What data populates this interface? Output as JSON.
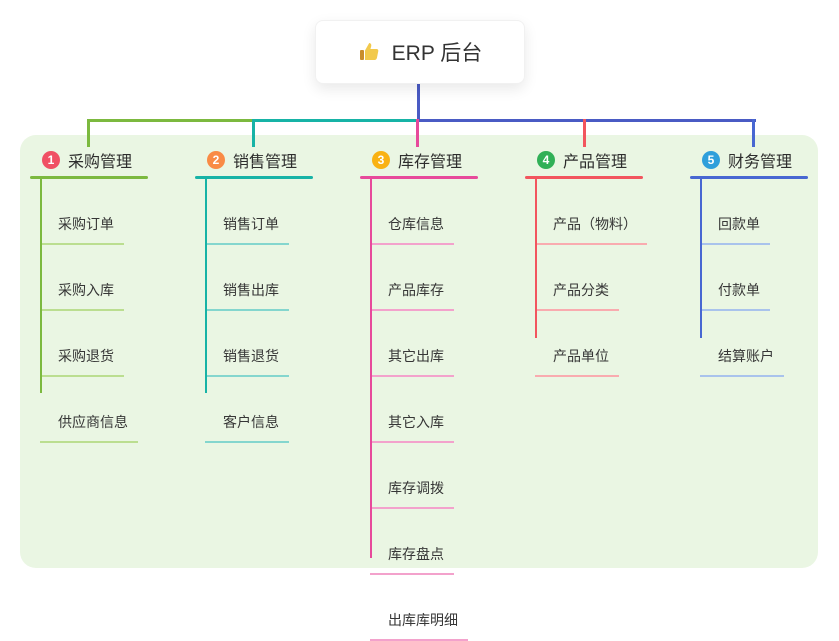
{
  "root": {
    "title": "ERP 后台",
    "icon": "thumbs-up-icon"
  },
  "colors": {
    "panel_bg": "#EAF6E3",
    "root_connector": "#4A5BC4",
    "icon_hand": "#F2C94C",
    "icon_cuff": "#C98D2B"
  },
  "branches": [
    {
      "num": "1",
      "label": "采购管理",
      "color": "#7CB93F",
      "light": "#BBDE90",
      "badge": "#F05064",
      "items": [
        "采购订单",
        "采购入库",
        "采购退货",
        "供应商信息"
      ]
    },
    {
      "num": "2",
      "label": "销售管理",
      "color": "#17B3A6",
      "light": "#84D6CE",
      "badge": "#F98B45",
      "items": [
        "销售订单",
        "销售出库",
        "销售退货",
        "客户信息"
      ]
    },
    {
      "num": "3",
      "label": "库存管理",
      "color": "#E74A9B",
      "light": "#F3A2CC",
      "badge": "#F9B213",
      "items": [
        "仓库信息",
        "产品库存",
        "其它出库",
        "其它入库",
        "库存调拨",
        "库存盘点",
        "出库库明细"
      ]
    },
    {
      "num": "4",
      "label": "产品管理",
      "color": "#F2555E",
      "light": "#F9ABAF",
      "badge": "#31B057",
      "items": [
        "产品（物料）",
        "产品分类",
        "产品单位"
      ]
    },
    {
      "num": "5",
      "label": "财务管理",
      "color": "#4867D2",
      "light": "#A9C3EC",
      "badge": "#2F9FDB",
      "items": [
        "回款单",
        "付款单",
        "结算账户"
      ]
    }
  ]
}
